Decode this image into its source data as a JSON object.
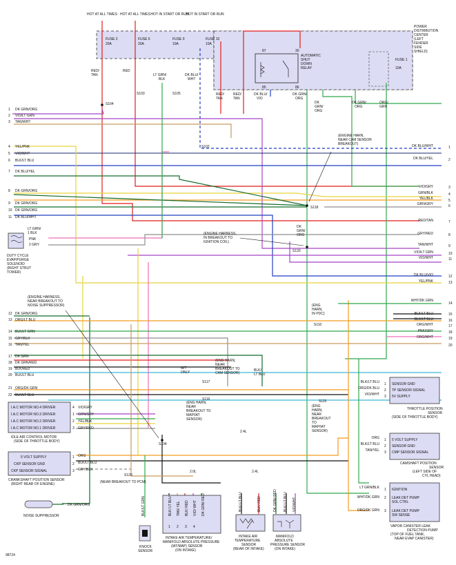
{
  "hot_labels": [
    "HOT AT ALL TIMES",
    "HOT AT ALL TIMES",
    "HOT IN START OR RUN",
    "HOT IN START OR RUN"
  ],
  "fuses_top": [
    "FUSE 2",
    "FUSE 6",
    "FUSE 9",
    "FUSE 10"
  ],
  "fuse_ratings": [
    "20A",
    "20A",
    "10A",
    "10A"
  ],
  "pdc_label": "POWER DISTRIBUTION CENTER (LEFT FENDER SIDE SHIELD)",
  "asd_relay": "AUTOMATIC SHUT DOWN RELAY",
  "fuse1": {
    "name": "FUSE 1",
    "rating": "10A"
  },
  "relay_pins": [
    "87",
    "30",
    "85",
    "86"
  ],
  "splices": [
    "S104",
    "S103",
    "S105",
    "S102",
    "S118",
    "S133",
    "S110",
    "S117",
    "S116",
    "S115",
    "S134",
    "S120"
  ],
  "left_wires": [
    {
      "pin": "1",
      "color": "DK GRN/ORG"
    },
    {
      "pin": "2",
      "color": "VIO/LT GRN"
    },
    {
      "pin": "3",
      "color": "TAN/WHT"
    },
    {
      "pin": "4",
      "color": "YEL/PNK"
    },
    {
      "pin": "5",
      "color": "VIO/WHT"
    },
    {
      "pin": "6",
      "color": "BLK/LT BLU"
    },
    {
      "pin": "7",
      "color": "DK BLU/YEL"
    },
    {
      "pin": "8",
      "color": "DK GRN/ORG"
    },
    {
      "pin": "9",
      "color": "DK GRN/ORG"
    },
    {
      "pin": "10",
      "color": "DK GRN/ORG"
    },
    {
      "pin": "11",
      "color": "DK BLU/WHT"
    },
    {
      "pin": "12",
      "color": "DK GRN/ORG"
    },
    {
      "pin": "13",
      "color": "ORG/LT BLU"
    },
    {
      "pin": "14",
      "color": "BLK/LT GRN"
    },
    {
      "pin": "15",
      "color": "GRY/BLK"
    },
    {
      "pin": "16",
      "color": "TAN/YEL"
    },
    {
      "pin": "17",
      "color": "DK GRN"
    },
    {
      "pin": "18",
      "color": "DK GRN/RED"
    },
    {
      "pin": "19",
      "color": "BLK/RED"
    },
    {
      "pin": "20",
      "color": "BLK/LT BLU"
    },
    {
      "pin": "21",
      "color": "ORG/DK GRN"
    },
    {
      "pin": "22",
      "color": "BLK/LT BLU"
    }
  ],
  "right_wires": [
    {
      "pin": "1",
      "color": "DK BLU/WHT"
    },
    {
      "pin": "2",
      "color": "DK BLU/YEL"
    },
    {
      "pin": "3",
      "color": "VIO/GRY"
    },
    {
      "pin": "4",
      "color": "GRN/BLK"
    },
    {
      "pin": "5",
      "color": "YEL/BLK"
    },
    {
      "pin": "6",
      "color": "GRN/GRY"
    },
    {
      "pin": "7",
      "color": "RED/TAN"
    },
    {
      "pin": "8",
      "color": "GRY/RED"
    },
    {
      "pin": "9",
      "color": "TAN/WHT"
    },
    {
      "pin": "10",
      "color": "VIO/LT GRN"
    },
    {
      "pin": "11",
      "color": "VIO/WHT"
    },
    {
      "pin": "12",
      "color": "DK BLU/VIO"
    },
    {
      "pin": "13",
      "color": "YEL/PNK"
    },
    {
      "pin": "14",
      "color": "WHT/DK GRN"
    },
    {
      "pin": "15",
      "color": "BLK/LT BLU"
    },
    {
      "pin": "16",
      "color": "BLK/LT BLU"
    },
    {
      "pin": "17",
      "color": "ORG/WHT"
    },
    {
      "pin": "18",
      "color": "PNK/GRY"
    },
    {
      "pin": "19",
      "color": "ORG/WHT"
    },
    {
      "pin": "20",
      "color": ""
    }
  ],
  "wire_colors_top": [
    "RED/TAN",
    "RED",
    "LT GRN/BLK",
    "DK BLU/WHT",
    "RED/TAN",
    "RED/TAN",
    "DK BLU/VIO",
    "DK GRN/ORG",
    "DK GRN/ORG",
    "DK GRN/ORG",
    "DK BLU/VIO",
    "ORG/GRN"
  ],
  "components": {
    "evap": {
      "name": "DUTY CYCLE EVAP/PURGE SOLENOID (RIGHT STRUT TOWER)",
      "pins": [
        "1 LT GRN/BLK",
        "PNK",
        "2 GRY"
      ]
    },
    "iac": {
      "name": "IDLE AIR CONTROL MOTOR (SIDE OF THROTTLE BODY)",
      "rows": [
        "I.A.C MOTOR NO.4 DRIVER",
        "I.A.C MOTOR NO.3 DRIVER",
        "I.A.C MOTOR NO.2 DRIVER",
        "I.A.C MOTOR NO.1 DRIVER"
      ],
      "pins": [
        "4",
        "1",
        "2",
        "3"
      ],
      "wires": [
        "VIO/GRY",
        "GRN/GRY",
        "YEL/BLK",
        "GRY/RED"
      ]
    },
    "ckp": {
      "name": "CRANKSHAFT POSITION SENSOR (RIGHT REAR OF ENGINE)",
      "rows": [
        "5 VOLT SUPPLY",
        "CKP SENSOR GND",
        "CKP SENSOR SIGNAL"
      ],
      "pins": [
        "1",
        "2",
        "3"
      ],
      "wires": [
        "ORG",
        "BLK/LT BLU",
        "GRY/BLK"
      ]
    },
    "tps": {
      "name": "THROTTLE POSITION SENSOR (SIDE OF THROTTLE BODY)",
      "rows": [
        "SENSOR GND",
        "TP SENSOR SIGNAL",
        "5V SUPPLY"
      ],
      "pins": [
        "1",
        "2",
        "3"
      ],
      "wires": [
        "BLK/LT BLU",
        "ORG/DK BLU",
        "VIO/WHT"
      ]
    },
    "cmp": {
      "name": "CAMSHAFT POSITION SENSOR (LEFT SIDE OF CYL HEAD)",
      "rows": [
        "5 VOLT SUPPLY",
        "SENSOR GND",
        "CMP SENSOR SIGNAL"
      ],
      "pins": [
        "1",
        "2",
        "3"
      ],
      "wires": [
        "ORG",
        "BLK/LT BLU",
        "TAN/YEL"
      ]
    },
    "ldp": {
      "name": "VAPOR CANISTER LEAK DETECTION PUMP (TOP OF FUEL TANK, NEAR EVAP CANISTER)",
      "rows": [
        "IGNITION",
        "LEAK DET PUMP SOL CTRL",
        "LEAK DET PUMP SW SENSE"
      ],
      "pins": [
        "1",
        "2",
        "3"
      ],
      "wires": [
        "LT GRN/BLK",
        "WHT/DK GRN",
        "ORG/DK GRN"
      ]
    },
    "noise": {
      "name": "NOISE SUPPRESSOR",
      "wire": "DK GRN/ORG"
    },
    "knock": {
      "name": "KNOCK SENSOR",
      "wire": "BLK/LT GRN"
    },
    "iat_map": {
      "name": "INTAKE AIR TEMPERATURE/ MANIFOLD ABSOLUTE PRESSURE (IAT/MAP) SENSOR (ON INTAKE)",
      "wires": [
        "BLK/ LT BLU",
        "TAN/ YEL",
        "BLK/ RED",
        "VIO/ WHT",
        "DK GRN/ RED"
      ],
      "pins": [
        "1",
        "2",
        "3",
        "4"
      ]
    },
    "iat": {
      "name": "INTAKE AIR TEMPERATURE SENSOR (REAR OF INTAKE)",
      "wires": [
        "BLK/ LT BLU",
        "BLK/ RED"
      ]
    },
    "map": {
      "name": "MANIFOLD ABSOLUTE PRESSURE SENSOR (ON INTAKE)",
      "wires": [
        "DK GRN/ RED",
        "BLK/ LT BLU",
        "VIO/WHT"
      ]
    }
  },
  "engine_labels": [
    "2.0L",
    "2.4L",
    "2.4L",
    "2.4L",
    "2.0L"
  ],
  "harness_notes": [
    "(ENGINE HARN. NEAR CAM SENSOR BREAKOUT)",
    "(ENGINE HARNESS, IN BREAKOUT TO IGNITION COIL)",
    "(ENGINE HARNESS, NEAR BREAKOUT TO NOISE SUPPRESSOR)",
    "(ENG HARN, IN PDC)",
    "(ENG HARN, NEAR BREAKOUT TO CAM SENSOR)",
    "(ENG HARN, NEAR BREAKOUT TO MAP/IAT SENSOR)",
    "(ENG HARN, NEAR BREAKOUT TO MAP/IAT SENSOR)",
    "(NEAR BREAKOUT TO PCM)",
    "M/T ONLY"
  ],
  "figure_id": "98724",
  "colors": {
    "red": "#e21b1b",
    "green": "#2ea84a",
    "dkgreen": "#136b2b",
    "blue": "#1f3fbf",
    "navy": "#16246e",
    "orange": "#f39a1e",
    "yellow": "#e7d23a",
    "violet": "#a545c8",
    "pink": "#ef6fb6",
    "tan": "#c69a62",
    "gray": "#8e8e8e",
    "black": "#111111",
    "cyan": "#39b8d7",
    "box": "#dcdcf4"
  }
}
